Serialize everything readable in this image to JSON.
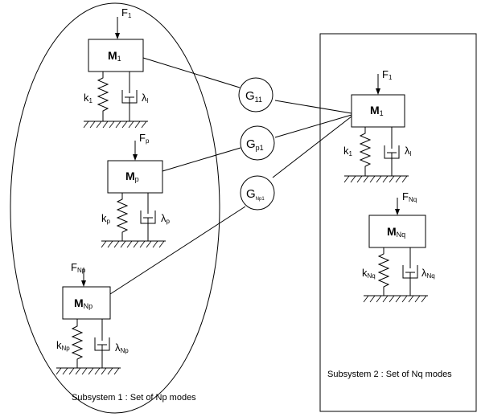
{
  "subsystem1": {
    "caption": "Subsystem 1 : Set of Np modes",
    "modes": [
      {
        "id": "mode-1",
        "mass": "M",
        "mass_sub": "1",
        "force": "F",
        "force_sub": "1",
        "spring": "k",
        "spring_sub": "1",
        "damper": "λ",
        "damper_sub": "l"
      },
      {
        "id": "mode-p",
        "mass": "M",
        "mass_sub": "p",
        "force": "F",
        "force_sub": "p",
        "spring": "k",
        "spring_sub": "p",
        "damper": "λ",
        "damper_sub": "p"
      },
      {
        "id": "mode-np",
        "mass": "M",
        "mass_sub": "Np",
        "force": "F",
        "force_sub": "Np",
        "spring": "k",
        "spring_sub": "Np",
        "damper": "λ",
        "damper_sub": "Np"
      }
    ]
  },
  "subsystem2": {
    "caption": "Subsystem 2 : Set of Nq modes",
    "modes": [
      {
        "id": "mode-1",
        "mass": "M",
        "mass_sub": "1",
        "force": "F",
        "force_sub": "1",
        "spring": "k",
        "spring_sub": "1",
        "damper": "λ",
        "damper_sub": "l"
      },
      {
        "id": "mode-nq",
        "mass": "M",
        "mass_sub": "Nq",
        "force": "F",
        "force_sub": "Nq",
        "spring": "k",
        "spring_sub": "Nq",
        "damper": "λ",
        "damper_sub": "Nq"
      }
    ]
  },
  "couplings": [
    {
      "id": "g11",
      "label": "G",
      "sub": "11"
    },
    {
      "id": "gp1",
      "label": "G",
      "sub": "p1"
    },
    {
      "id": "gnp1",
      "label": "G",
      "sub": "Np1"
    }
  ]
}
